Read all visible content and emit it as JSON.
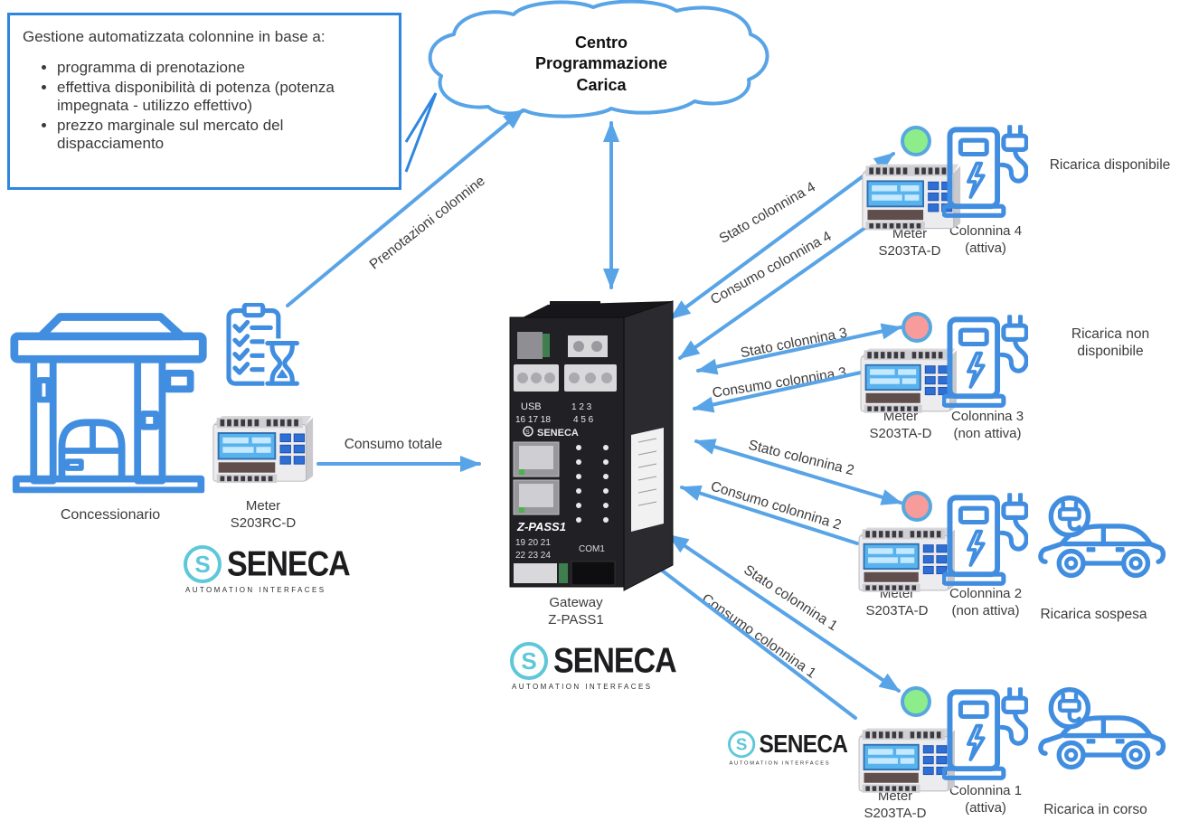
{
  "info_box": {
    "title": "Gestione automatizzata colonnine in base a:",
    "bullets": [
      "programma di prenotazione",
      "effettiva disponibilità di potenza (potenza impegnata - utilizzo effettivo)",
      "prezzo marginale sul mercato del dispacciamento"
    ]
  },
  "cloud": {
    "lines": [
      "Centro",
      "Programmazione",
      "Carica"
    ]
  },
  "arrow_labels": {
    "prenotazioni": "Prenotazioni colonnine",
    "consumo_totale": "Consumo totale",
    "stato_4": "Stato colonnina 4",
    "consumo_4": "Consumo colonnina 4",
    "stato_3": "Stato colonnina 3",
    "consumo_3": "Consumo colonnina 3",
    "stato_2": "Stato colonnina 2",
    "consumo_2": "Consumo colonnina 2",
    "stato_1": "Stato colonnina 1",
    "consumo_1": "Consumo colonnina 1"
  },
  "dealer": {
    "building_label": "Concessionario",
    "meter_label_1": "Meter",
    "meter_label_2": "S203RC-D"
  },
  "gateway": {
    "label_1": "Gateway",
    "label_2": "Z-PASS1",
    "panel": {
      "usb": "USB",
      "t16": "16 17 18",
      "t123": "1 2 3",
      "t456": "4 5 6",
      "brand": "SENECA",
      "model": "Z-PASS1",
      "t19": "19 20 21",
      "t22": "22 23 24",
      "com": "COM1"
    }
  },
  "seneca_logo": {
    "initial": "S",
    "brand": "SENECA",
    "tagline": "AUTOMATION  INTERFACES"
  },
  "stations": [
    {
      "meter_1": "Meter",
      "meter_2": "S203TA-D",
      "name": "Colonnina 4",
      "state": "(attiva)",
      "status": "Ricarica disponibile",
      "dot_style": "background:#8ded8b"
    },
    {
      "meter_1": "Meter",
      "meter_2": "S203TA-D",
      "name": "Colonnina 3",
      "state": "(non attiva)",
      "status": "Ricarica non disponibile",
      "dot_style": "background:#f79b9b"
    },
    {
      "meter_1": "Meter",
      "meter_2": "S203TA-D",
      "name": "Colonnina 2",
      "state": "(non attiva)",
      "status": "Ricarica sospesa",
      "dot_style": "background:#f79b9b"
    },
    {
      "meter_1": "Meter",
      "meter_2": "S203TA-D",
      "name": "Colonnina 1",
      "state": "(attiva)",
      "status": "Ricarica in corso",
      "dot_style": "background:#8ded8b"
    }
  ],
  "colors": {
    "arrow_blue": "#58a4e6",
    "icon_blue": "#418de0",
    "box_border": "#2f86e0",
    "dot_green": "#8ded8b",
    "dot_red": "#f79b9b",
    "seneca_cyan": "#5ec7d9"
  }
}
